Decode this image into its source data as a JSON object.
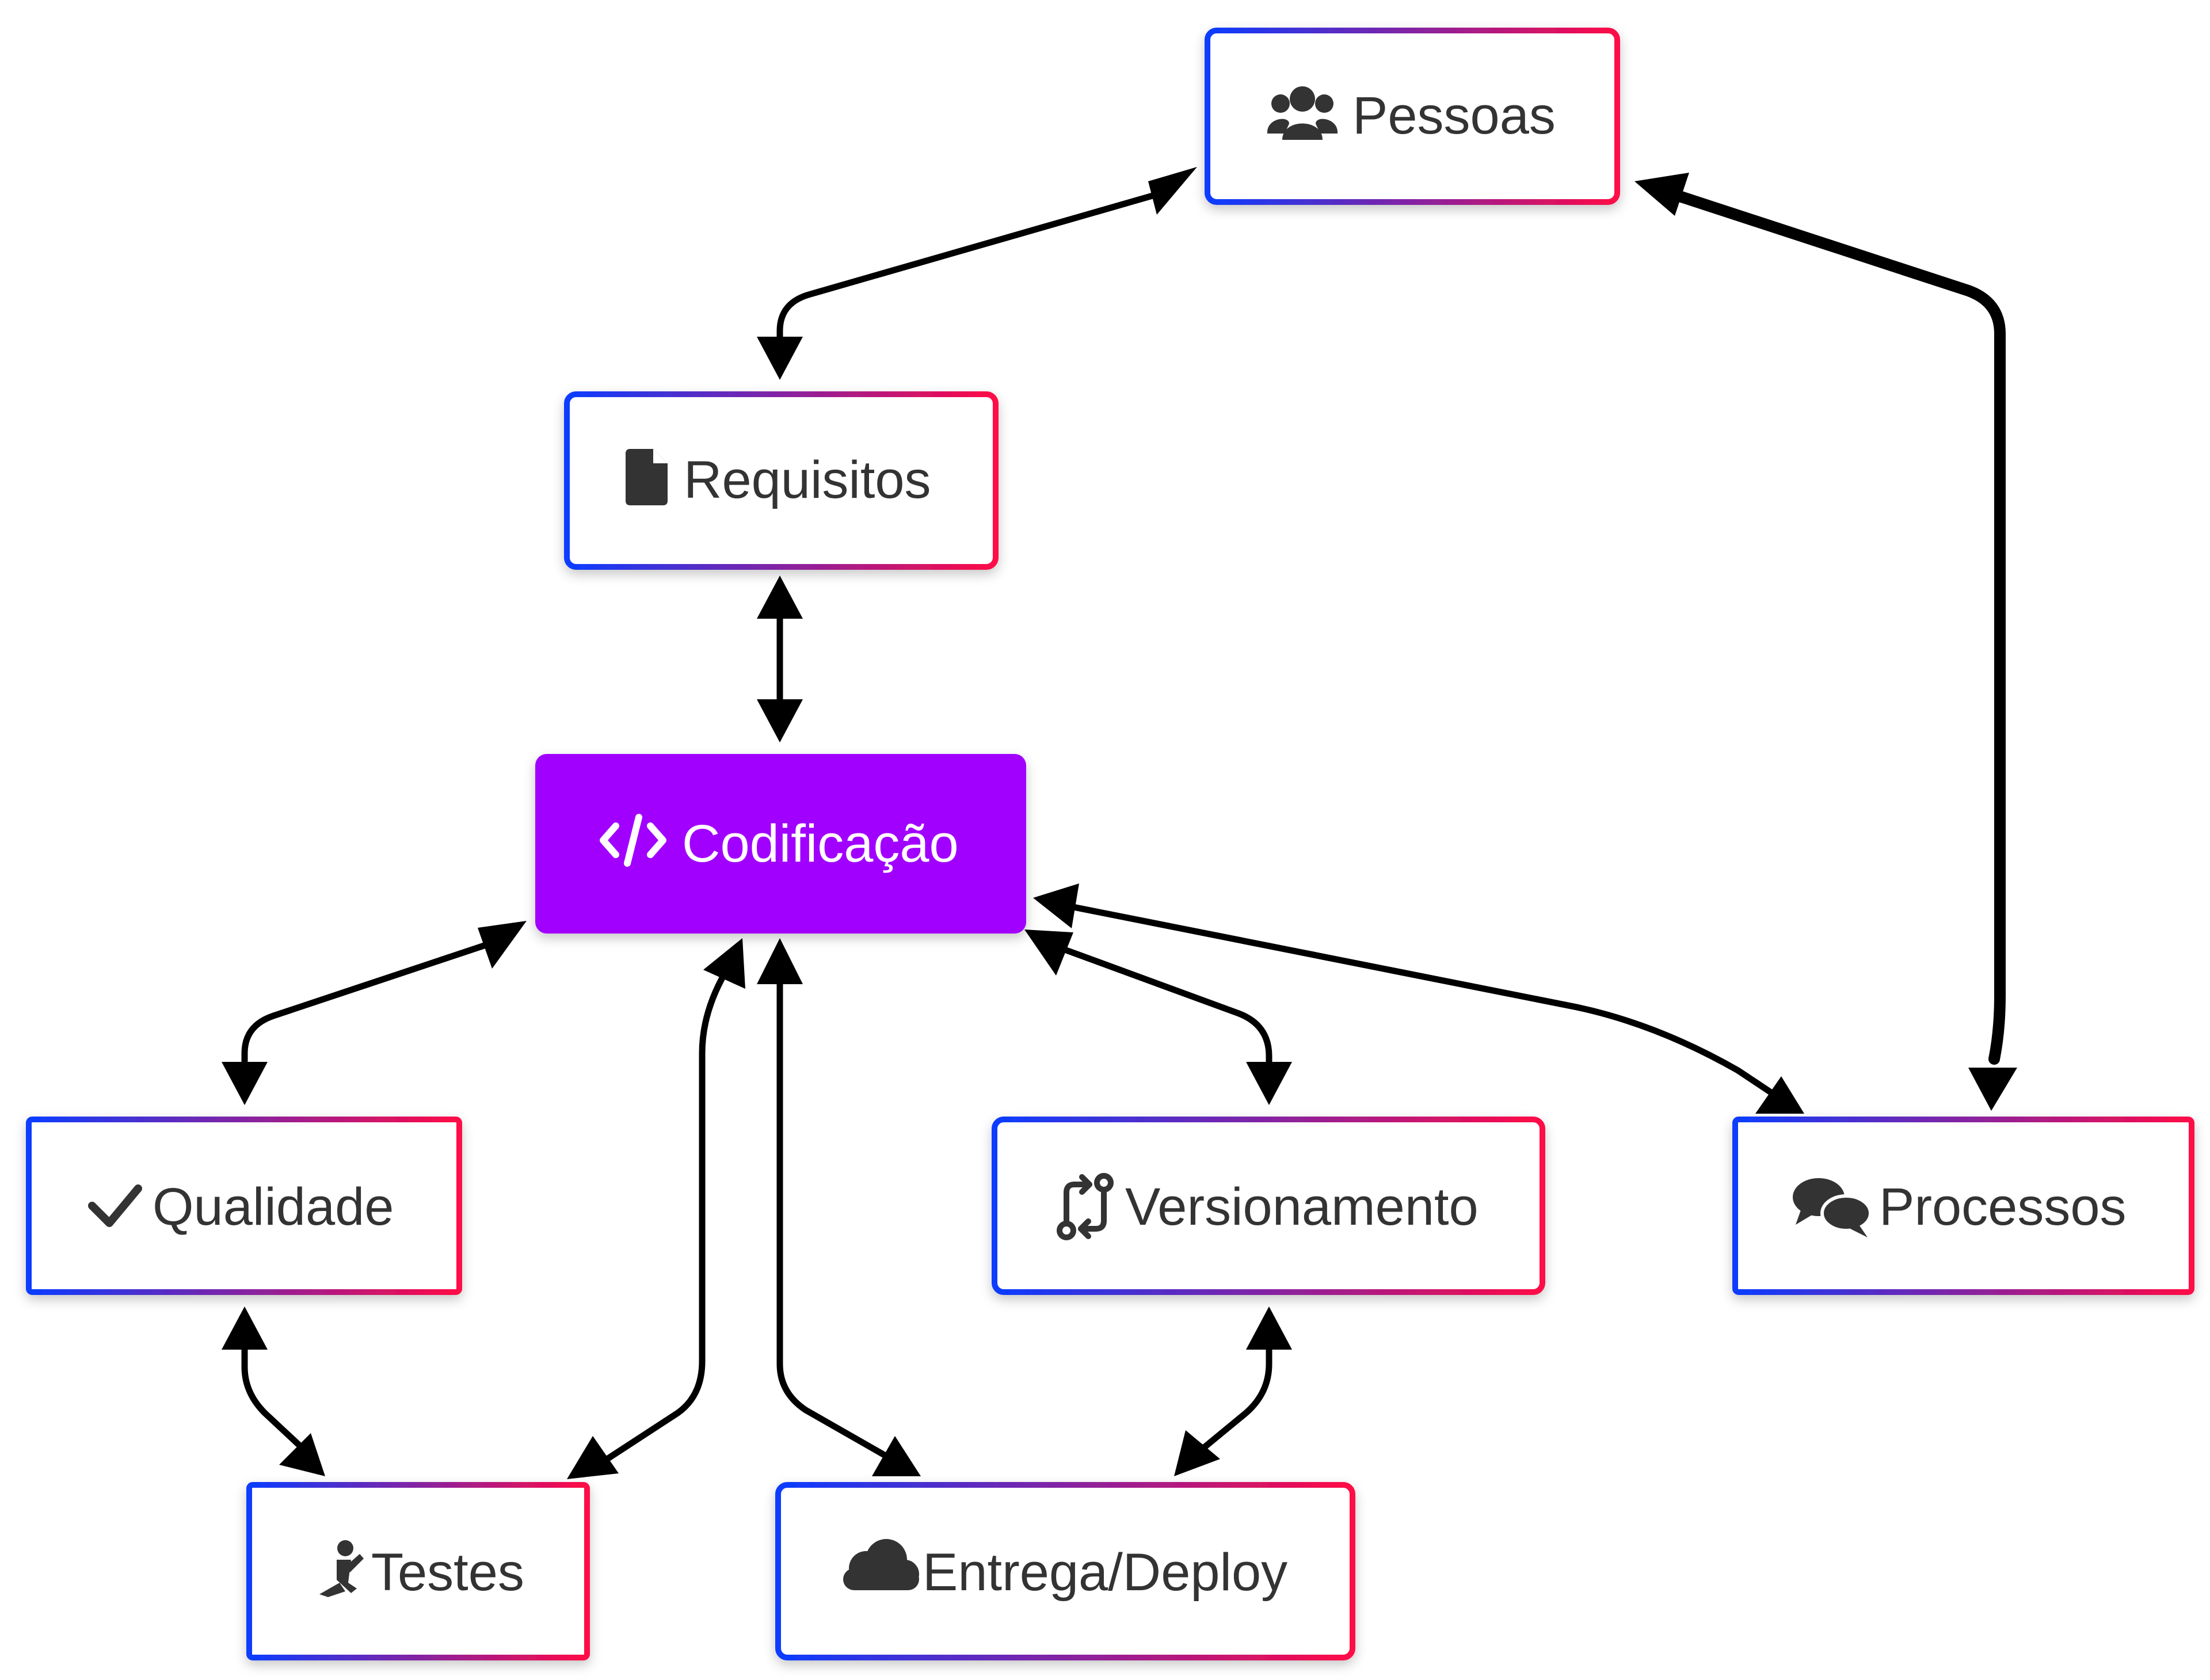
{
  "nodes": {
    "pessoas": "Pessoas",
    "requisitos": "Requisitos",
    "codificacao": "Codificação",
    "qualidade": "Qualidade",
    "versionamento": "Versionamento",
    "processos": "Processos",
    "testes": "Testes",
    "entrega": "Entrega/Deploy"
  },
  "icons": {
    "pessoas": "users-icon",
    "requisitos": "file-icon",
    "codificacao": "code-icon",
    "qualidade": "check-icon",
    "versionamento": "code-compare-icon",
    "processos": "comments-icon",
    "testes": "person-kneeling-icon",
    "entrega": "cloud-icon"
  },
  "colors": {
    "border_start": "#0a3cff",
    "border_end": "#ff0a46",
    "main_fill": "#a100ff",
    "edge": "#000000",
    "text": "#333333"
  }
}
